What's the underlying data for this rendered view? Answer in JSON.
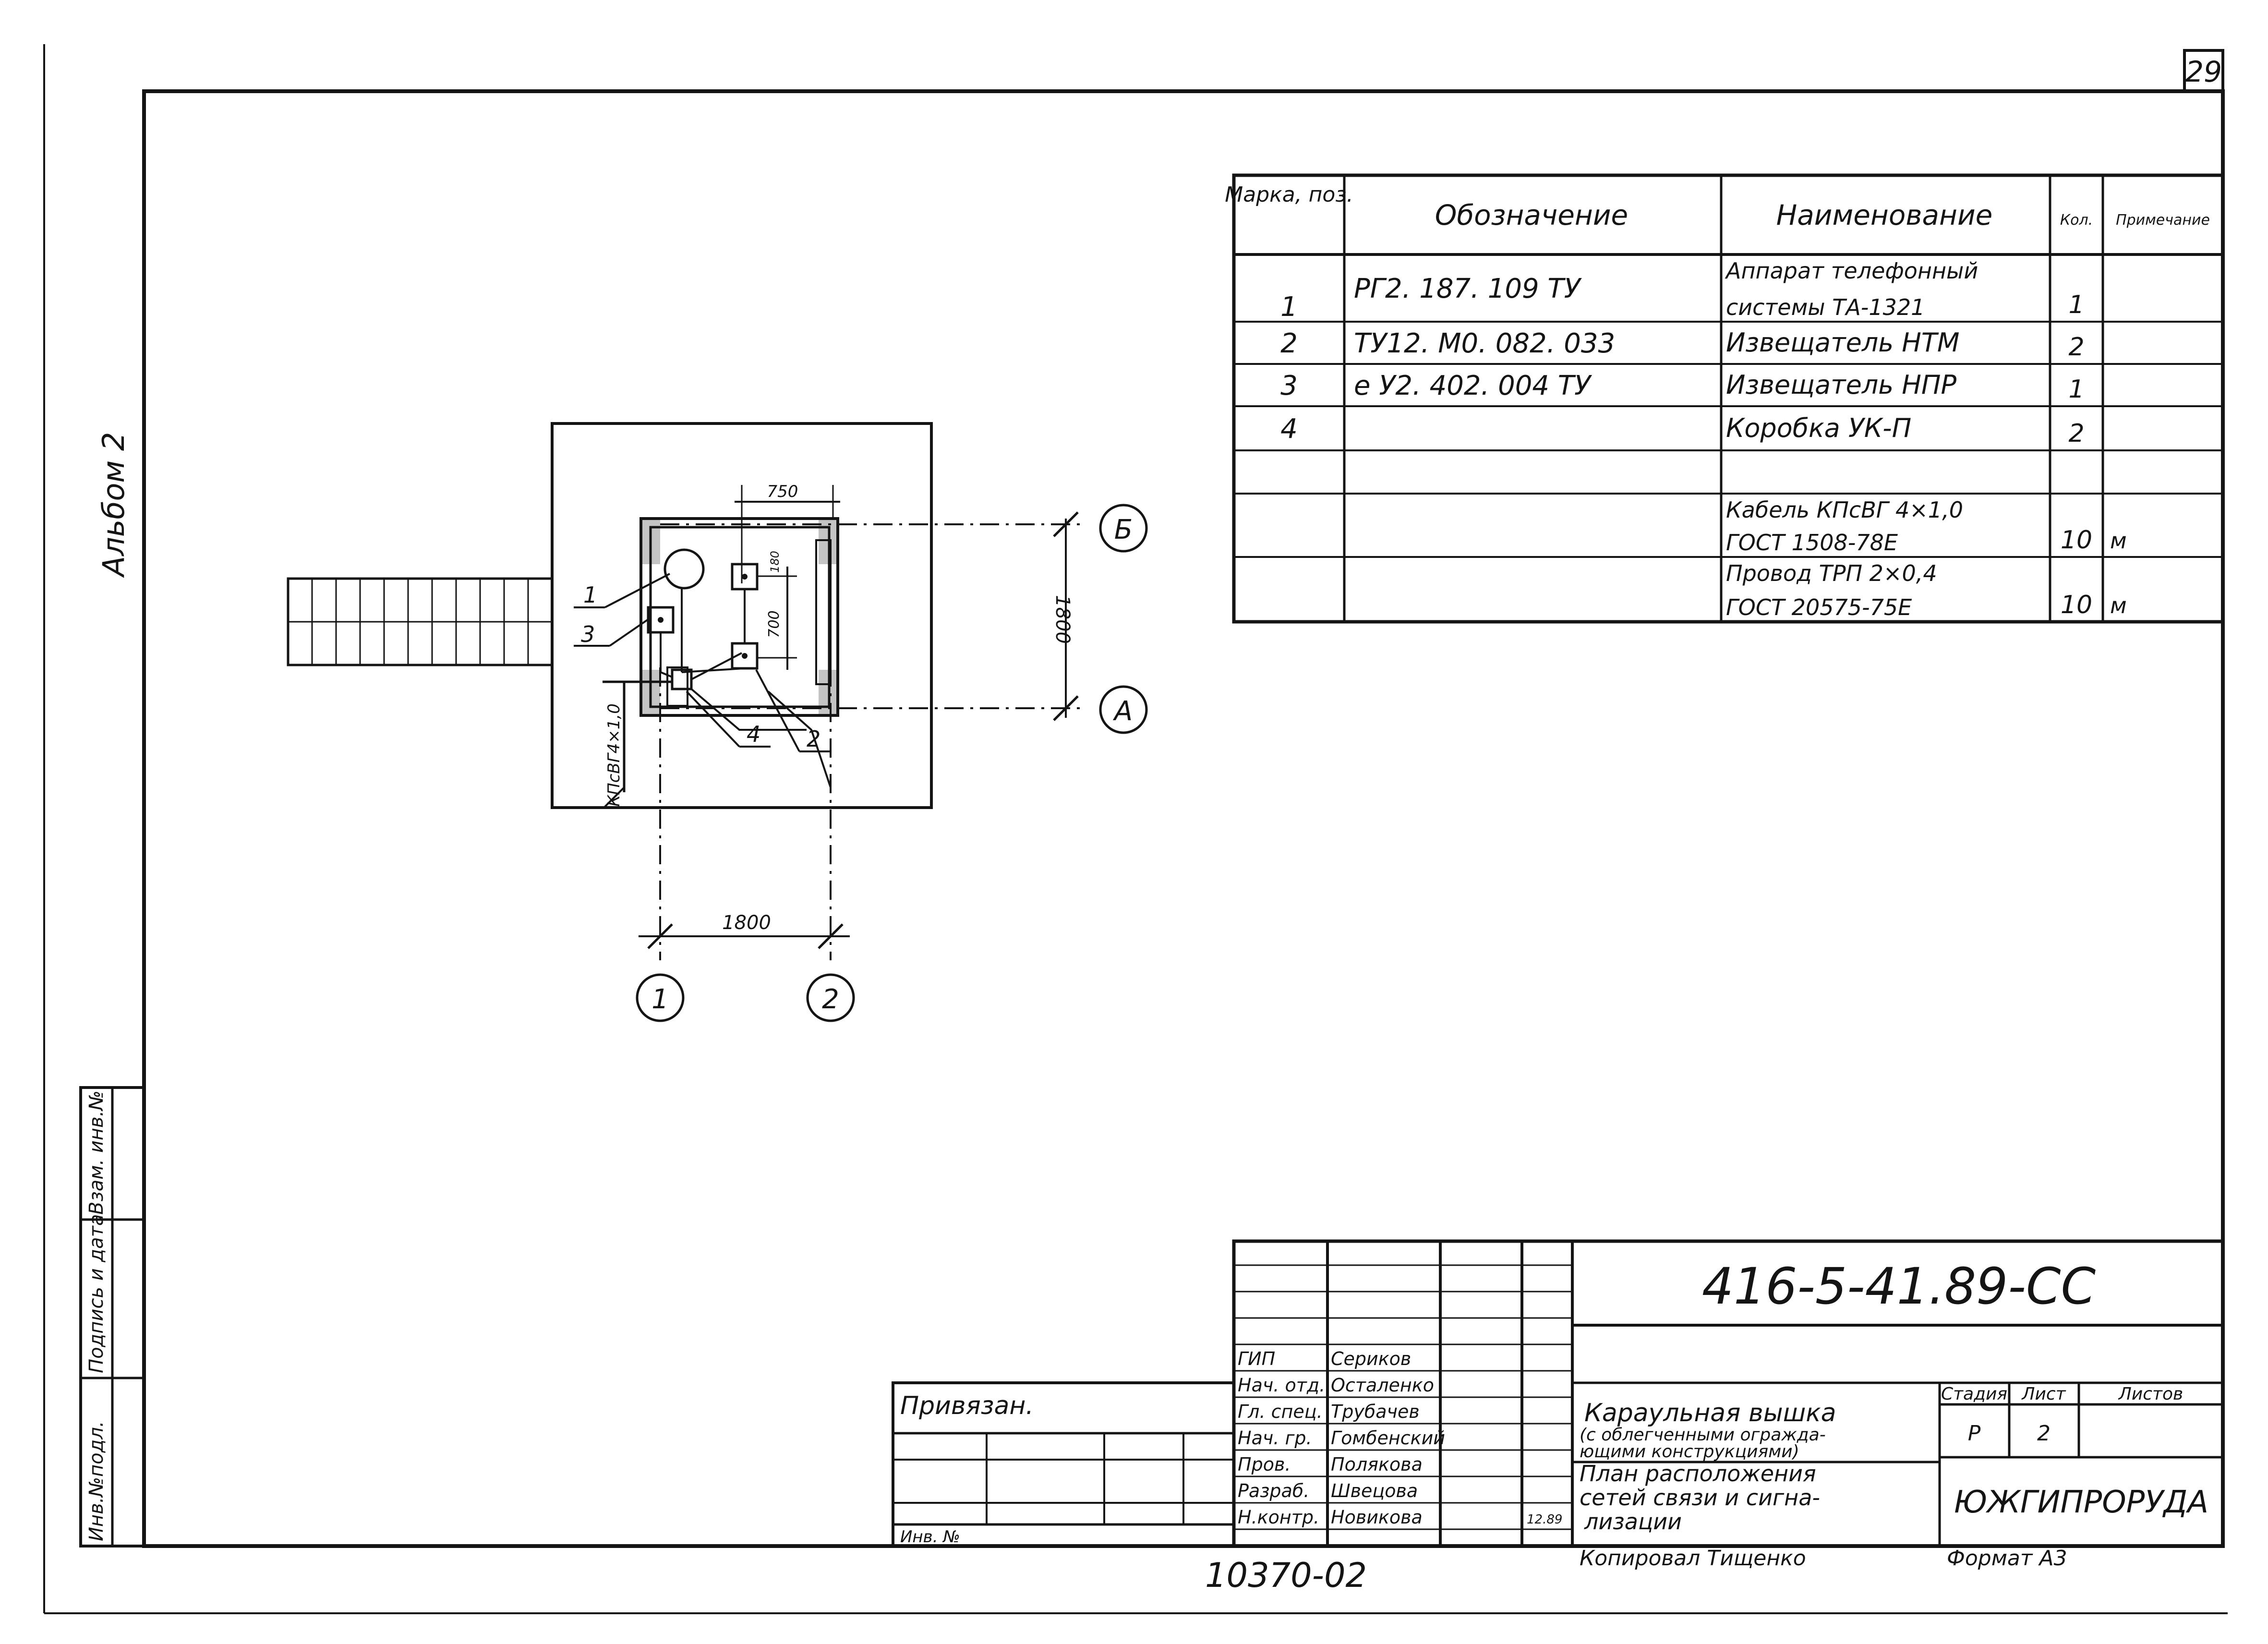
{
  "sheet_number": "29",
  "album": "Альбом 2",
  "drawing_code": "416-5-41.89-СС",
  "archive_number": "10370-02",
  "copied_by": "Копировал Тищенко",
  "format": "Формат А3",
  "bound_label": "Привязан.",
  "inv_label": "Инв. №",
  "left_strip": [
    "Инв.№подл.",
    "Подпись и дата",
    "Взам. инв.№"
  ],
  "spec_table": {
    "headers": [
      "Марка, поз.",
      "Обозначение",
      "Наименование",
      "Кол.",
      "Примечание"
    ],
    "rows": [
      {
        "pos": "1",
        "code": "РГ2. 187. 109 ТУ",
        "name": [
          "Аппарат телефонный",
          "системы ТА-1321"
        ],
        "qty": "1",
        "note": ""
      },
      {
        "pos": "2",
        "code": "ТУ12. М0. 082. 033",
        "name": [
          "Извещатель НТМ"
        ],
        "qty": "2",
        "note": ""
      },
      {
        "pos": "3",
        "code": "е У2. 402. 004 ТУ",
        "name": [
          "Извещатель НПР"
        ],
        "qty": "1",
        "note": ""
      },
      {
        "pos": "4",
        "code": "",
        "name": [
          "Коробка УК-П"
        ],
        "qty": "2",
        "note": ""
      },
      {
        "pos": "",
        "code": "",
        "name": [
          ""
        ],
        "qty": "",
        "note": ""
      },
      {
        "pos": "",
        "code": "",
        "name": [
          "Кабель КПсВГ 4×1,0",
          "ГОСТ 1508-78Е"
        ],
        "qty": "10",
        "note": "м"
      },
      {
        "pos": "",
        "code": "",
        "name": [
          "Провод ТРП 2×0,4",
          "ГОСТ 20575-75Е"
        ],
        "qty": "10",
        "note": "м"
      }
    ]
  },
  "plan": {
    "dim_750": "750",
    "dim_700": "700",
    "dim_180": "180",
    "dim_1800_v": "1800",
    "dim_1800_h": "1800",
    "cable_label": "КПсВГ4×1,0",
    "axis_A": "А",
    "axis_B": "Б",
    "axis_1": "1",
    "axis_2": "2",
    "callouts": [
      "1",
      "2",
      "3",
      "4"
    ]
  },
  "title_block": {
    "roles": [
      {
        "role": "ГИП",
        "name": "Сериков",
        "date": ""
      },
      {
        "role": "Нач. отд.",
        "name": "Осталенко",
        "date": ""
      },
      {
        "role": "Гл. спец.",
        "name": "Трубачев",
        "date": ""
      },
      {
        "role": "Нач. гр.",
        "name": "Гомбенский",
        "date": ""
      },
      {
        "role": "Пров.",
        "name": "Полякова",
        "date": ""
      },
      {
        "role": "Разраб.",
        "name": "Швецова",
        "date": ""
      },
      {
        "role": "Н.контр.",
        "name": "Новикова",
        "date": "12.89"
      }
    ],
    "object_name": [
      "Караульная вышка",
      "(с облегченными огражда-",
      "ющими конструкциями)"
    ],
    "sheet_title": [
      "План расположения",
      "сетей связи и сигна-",
      "лизации"
    ],
    "stage_header": "Стадия",
    "sheet_header": "Лист",
    "sheets_header": "Листов",
    "stage": "Р",
    "sheet": "2",
    "sheets": "",
    "organization": "ЮЖГИПРОРУДА"
  }
}
